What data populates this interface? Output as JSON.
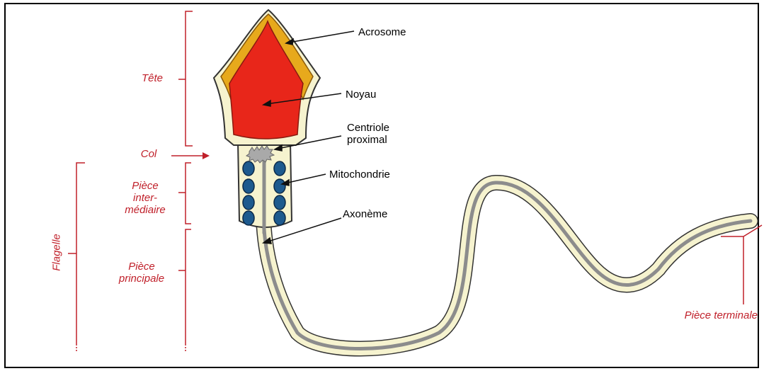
{
  "labels": {
    "acrosome": "Acrosome",
    "noyau": "Noyau",
    "centriole_line1": "Centriole",
    "centriole_line2": "proximal",
    "mitochondrie": "Mitochondrie",
    "axoneme": "Axonème"
  },
  "regions": {
    "tete": "Tête",
    "col": "Col",
    "piece_intermediaire_line1": "Pièce",
    "piece_intermediaire_line2": "inter-",
    "piece_intermediaire_line3": "médiaire",
    "flagelle": "Flagelle",
    "piece_principale_line1": "Pièce",
    "piece_principale_line2": "principale",
    "piece_terminale": "Pièce terminale"
  },
  "colors": {
    "nucleus": "#e8261a",
    "acrosome": "#e7a91c",
    "cytoplasm": "#f6f3cf",
    "axoneme": "#8c8c8c",
    "mitochondria": "#1d5a8e",
    "bracket": "#c0202a",
    "outline": "#333333"
  }
}
